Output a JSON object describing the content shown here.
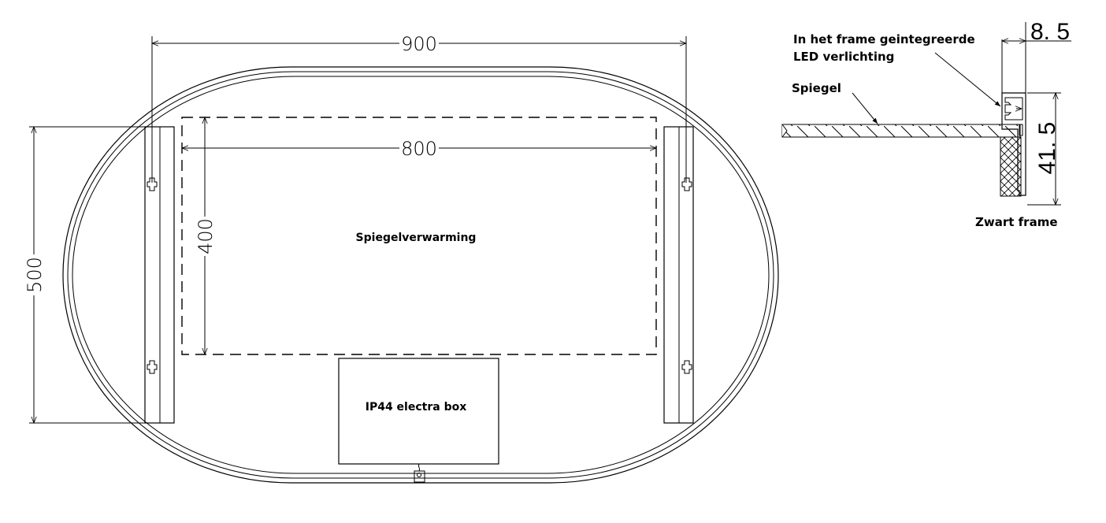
{
  "front_view": {
    "dimensions": {
      "width_outer": "900",
      "width_heating": "800",
      "height_heating": "400",
      "height_strips": "500"
    },
    "labels": {
      "heating": "Spiegelverwarming",
      "electra_box": "IP44 electra box"
    }
  },
  "section_view": {
    "dimensions": {
      "frame_depth": "8. 5",
      "frame_height": "41. 5"
    },
    "labels": {
      "led_line1": "In het frame geintegreerde",
      "led_line2": "LED verlichting",
      "mirror": "Spiegel",
      "frame": "Zwart frame"
    }
  }
}
